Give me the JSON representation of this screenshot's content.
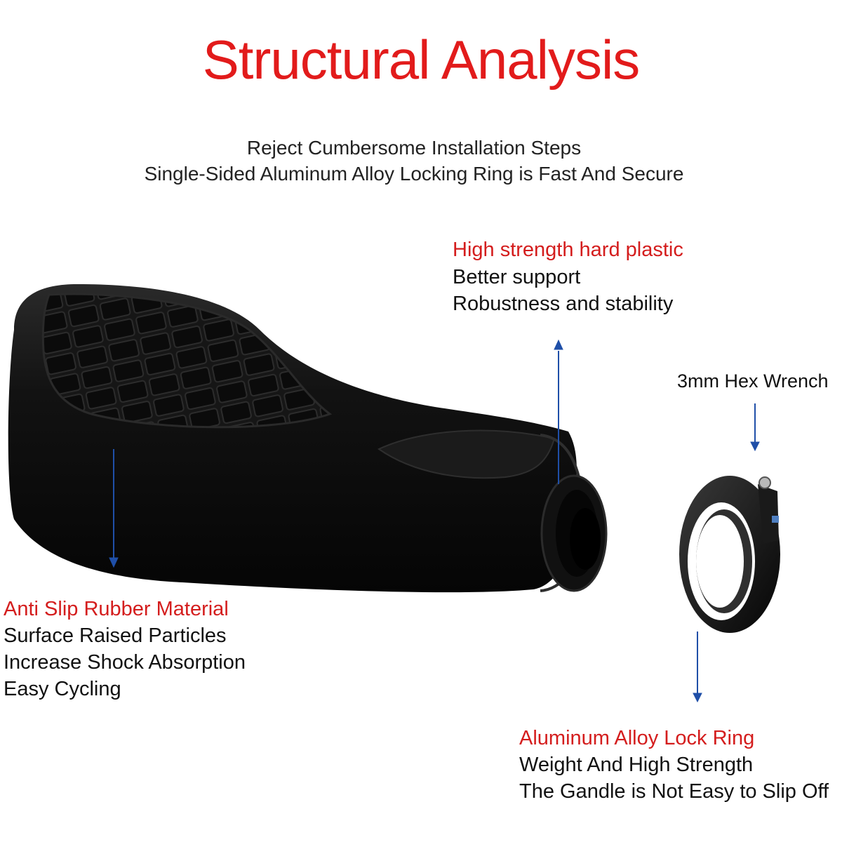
{
  "title": "Structural Analysis",
  "subtitle": {
    "line1": "Reject Cumbersome Installation Steps",
    "line2": "Single-Sided Aluminum Alloy Locking Ring is Fast And Secure"
  },
  "callouts": {
    "plastic": {
      "heading": "High strength hard plastic",
      "lines": [
        "Better support",
        "Robustness and stability"
      ]
    },
    "wrench": {
      "heading": "3mm Hex Wrench"
    },
    "rubber": {
      "heading": "Anti Slip Rubber Material",
      "lines": [
        "Surface Raised Particles",
        "Increase Shock Absorption",
        "Easy Cycling"
      ]
    },
    "ring": {
      "heading": "Aluminum Alloy Lock Ring",
      "lines": [
        "Weight And High Strength",
        "The Gandle is Not Easy to Slip Off"
      ]
    }
  },
  "colors": {
    "title": "#e21b1b",
    "accent": "#d41d1d",
    "arrow": "#1f4fa8",
    "product": "#0e0e0e"
  }
}
